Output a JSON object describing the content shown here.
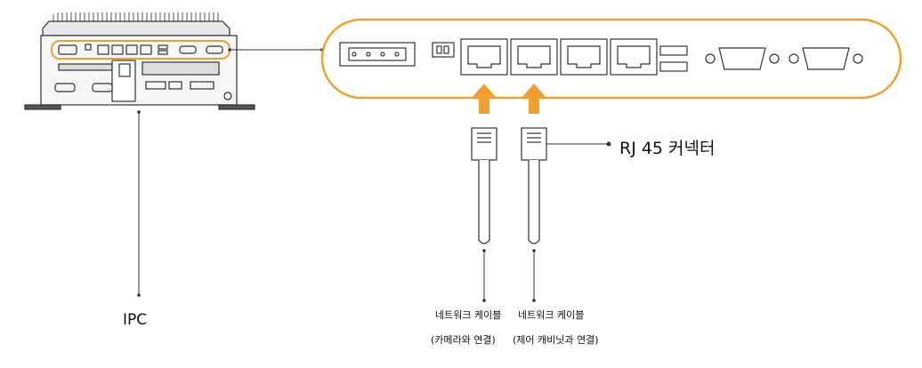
{
  "labels": {
    "ipc": "IPC",
    "rj45_connector": "RJ 45 커넥터",
    "cable1_line1": "네트워크 케이블",
    "cable1_line2": "(카메라와 연결)",
    "cable2_line1": "네트워크 케이블",
    "cable2_line2": "(제어 캐비닛과 연결)"
  },
  "colors": {
    "accent": "#F0A030",
    "line": "#333333",
    "device_fill": "#F4F4F4"
  },
  "icons": [
    "ipc-device-icon",
    "rj45-port-icon",
    "usb-port-icon",
    "db9-port-icon",
    "terminal-block-icon",
    "rj45-plug-icon",
    "up-arrow-icon"
  ]
}
